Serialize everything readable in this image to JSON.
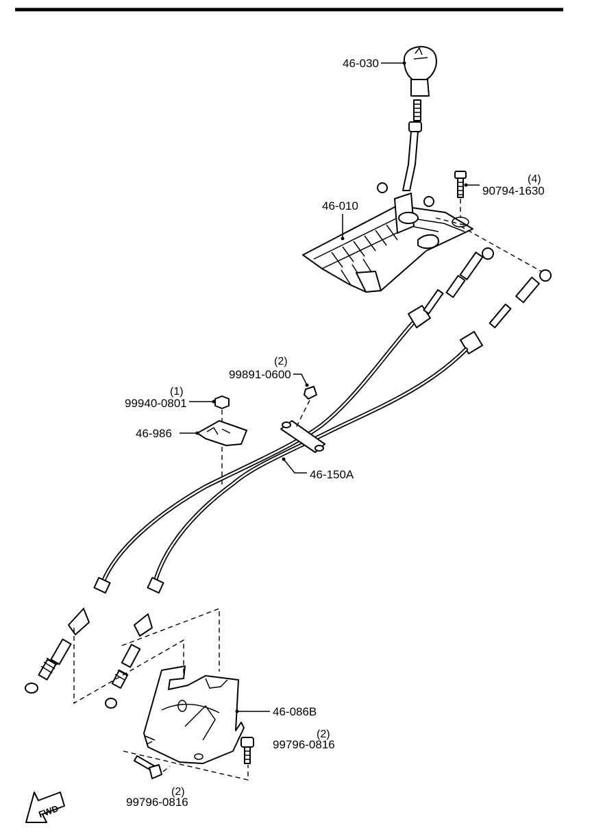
{
  "labels": {
    "knob": "46-030",
    "shifter": "46-010",
    "bolt_top": "90794-1630",
    "bolt_top_qty": "(4)",
    "nut_cable": "99891-0600",
    "nut_cable_qty": "(2)",
    "nut_bracket": "99940-0801",
    "nut_bracket_qty": "(1)",
    "clip": "46-986",
    "cable": "46-150A",
    "bracket": "46-086B",
    "bolt_bracket_right": "99796-0816",
    "bolt_bracket_right_qty": "(2)",
    "bolt_bracket_left": "99796-0816",
    "bolt_bracket_left_qty": "(2)"
  },
  "fwd_arrow": "FWD"
}
